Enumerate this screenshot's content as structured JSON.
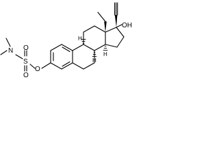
{
  "structure": {
    "atoms": {
      "hydroxyl": "OH",
      "sulfonyl_sulfur": "S",
      "sulfonyl_oxygen_top": "O",
      "sulfonyl_oxygen_bottom": "O",
      "ester_oxygen": "O",
      "nitrogen": "N",
      "stereo_h_9": "H",
      "stereo_h_8": "H",
      "stereo_h_14": "H"
    }
  }
}
